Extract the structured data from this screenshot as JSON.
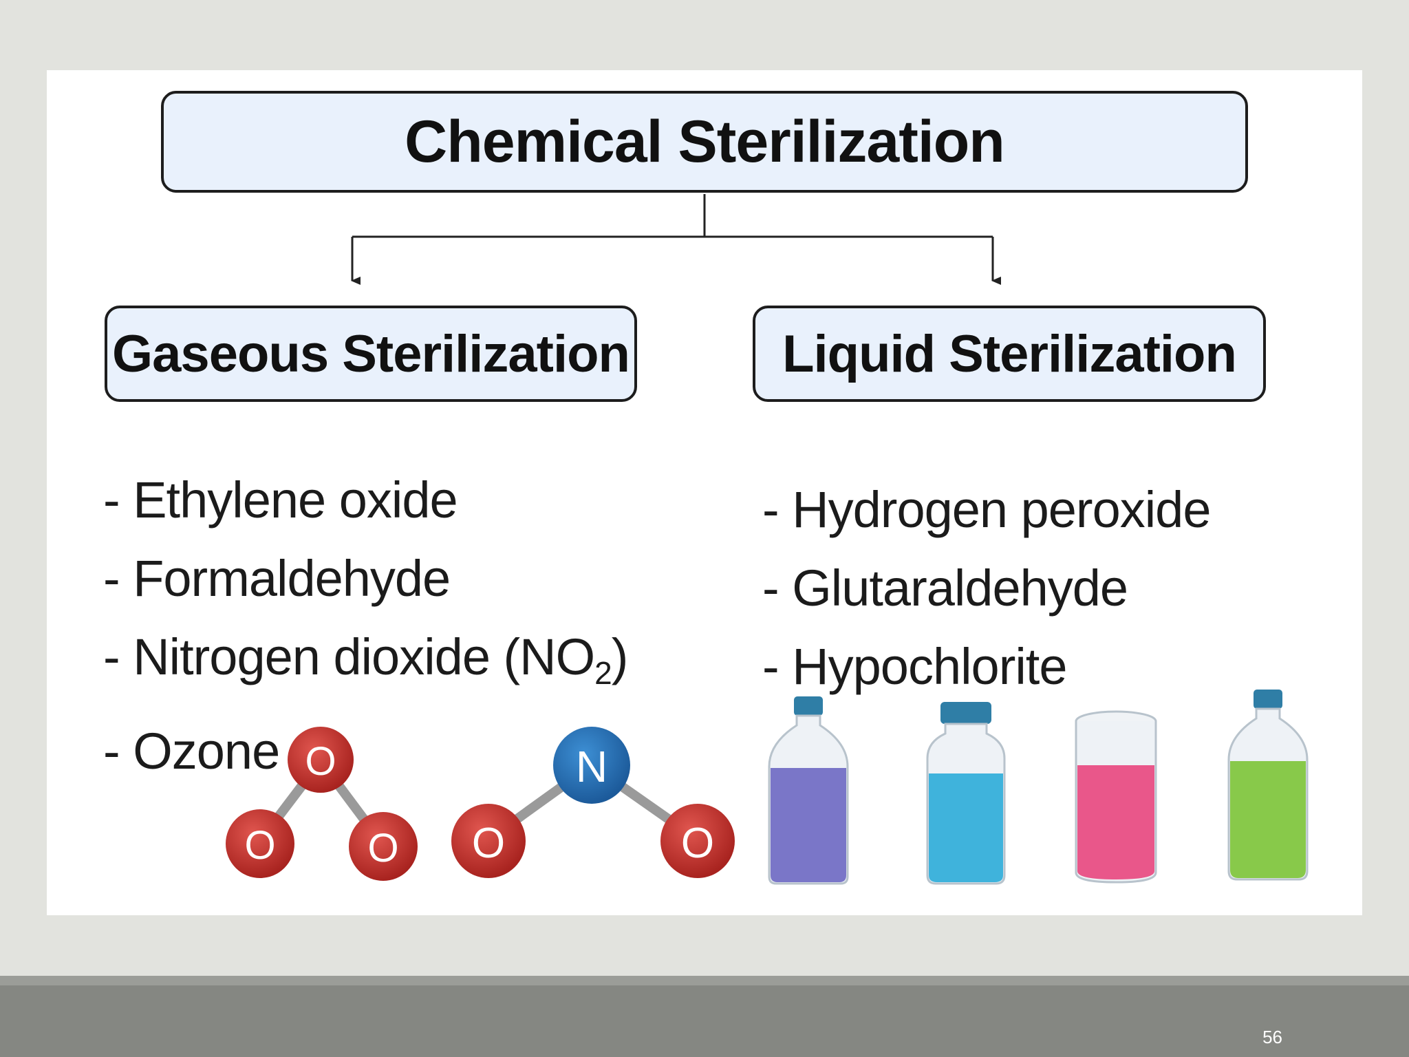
{
  "diagram": {
    "title": "Chemical Sterilization",
    "gaseous": {
      "heading": "Gaseous Sterilization",
      "items": [
        "- Ethylene oxide",
        "- Formaldehyde",
        "- Nitrogen dioxide (NO",
        "- Ozone"
      ],
      "no2_subscript": "2",
      "no2_close": ")"
    },
    "liquid": {
      "heading": "Liquid Sterilization",
      "items": [
        "- Hydrogen peroxide",
        "- Glutaraldehyde",
        "- Hypochlorite"
      ]
    },
    "ozone_atoms": [
      "O",
      "O",
      "O"
    ],
    "no2_atoms": [
      "N",
      "O",
      "O"
    ],
    "bottle_colors": [
      "#7a76c8",
      "#3fb3dc",
      "#e9578a",
      "#88c94a"
    ]
  },
  "footer": {
    "page_number": "56"
  }
}
